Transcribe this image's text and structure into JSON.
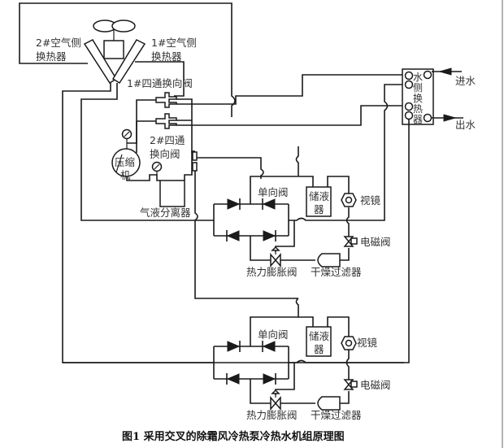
{
  "figure": {
    "caption": "图1  采用交叉的除霜风冷热泵冷热水机组原理图"
  },
  "labels": {
    "air_hx_2_line1": "2#空气侧",
    "air_hx_2_line2": "换热器",
    "air_hx_1_line1": "1#空气侧",
    "air_hx_1_line2": "换热器",
    "four_way_valve_1": "1#四通换向阀",
    "four_way_valve_2_line1": "2#四通",
    "four_way_valve_2_line2": "换向阀",
    "compressor_line1": "压缩",
    "compressor_line2": "机",
    "gas_liquid_separator": "气液分离器",
    "water_hx_chars": [
      "水",
      "侧",
      "换",
      "热",
      "器"
    ],
    "water_in": "进水",
    "water_out": "出水",
    "upper_circuit": {
      "check_valve": "单向阀",
      "receiver_line1": "储液",
      "receiver_line2": "器",
      "sight_glass": "视镜",
      "solenoid_valve": "电磁阀",
      "expansion_valve": "热力膨胀阀",
      "filter_drier": "干燥过滤器"
    },
    "lower_circuit": {
      "check_valve": "单向阀",
      "receiver_line1": "储液",
      "receiver_line2": "器",
      "sight_glass": "视镜",
      "solenoid_valve": "电磁阀",
      "expansion_valve": "热力膨胀阀",
      "filter_drier": "干燥过滤器"
    }
  },
  "components": [
    {
      "id": "fan",
      "icon": "fan-icon"
    },
    {
      "id": "air-hx-1",
      "icon": "heat-exchanger-icon"
    },
    {
      "id": "air-hx-2",
      "icon": "heat-exchanger-icon"
    },
    {
      "id": "four-way-valve-1",
      "icon": "four-way-valve-icon"
    },
    {
      "id": "four-way-valve-2",
      "icon": "four-way-valve-icon"
    },
    {
      "id": "compressor",
      "icon": "compressor-icon"
    },
    {
      "id": "pressure-gauge",
      "icon": "gauge-icon"
    },
    {
      "id": "gas-liquid-separator",
      "icon": "tank-icon"
    },
    {
      "id": "water-side-hx",
      "icon": "plate-heat-exchanger-icon"
    },
    {
      "id": "check-valve",
      "icon": "check-valve-icon"
    },
    {
      "id": "receiver",
      "icon": "tank-icon"
    },
    {
      "id": "sight-glass",
      "icon": "sight-glass-icon"
    },
    {
      "id": "solenoid-valve",
      "icon": "solenoid-valve-icon"
    },
    {
      "id": "expansion-valve",
      "icon": "expansion-valve-icon"
    },
    {
      "id": "filter-drier",
      "icon": "filter-drier-icon"
    }
  ]
}
